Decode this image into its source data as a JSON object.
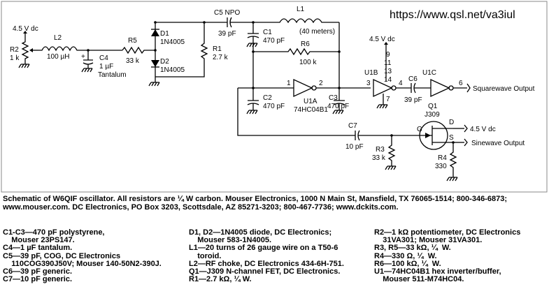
{
  "url": "https://www.qsl.net/va3iul",
  "labels": {
    "supply_left": "4.5 V dc",
    "r2": "R2",
    "r2_val": "1 k",
    "l2": "L2",
    "l2_val": "100 µH",
    "c4_plus": "+",
    "c4": "C4",
    "c4_val1": "1 µF",
    "c4_val2": "Tantalum",
    "r5": "R5",
    "r5_val": "33 k",
    "d1": "D1",
    "d1_val": "1N4005",
    "d2": "D2",
    "d2_val": "1N4005",
    "c5": "C5 NPO",
    "c5_val": "39 pF",
    "r1": "R1",
    "r1_val": "2.7 k",
    "l1": "L1",
    "l1_val": "(40 meters)",
    "c1": "C1",
    "c1_val": "470 pF",
    "r6": "R6",
    "r6_val": "100 k",
    "c2": "C2",
    "c2_val": "470 pF",
    "u1a_pin_in": "1",
    "u1a_pin_out": "2",
    "u1a": "U1A",
    "u1a_val": "74HC04B1",
    "c3": "C3",
    "c3_val": "470 pF",
    "supply_u1": "4.5 V dc",
    "pins_a": "9",
    "pins_b": "11",
    "pins_c": "13",
    "pins_d": "14",
    "u1b": "U1B",
    "u1b_pin_in": "3",
    "u1b_pin_out": "4",
    "u1b_gnd": "7",
    "c6": "C6",
    "c6_val": "39 pF",
    "u1c": "U1C",
    "u1c_pin_out": "6",
    "square_out": "Squarewave Output",
    "q1": "Q1",
    "q1_val": "J309",
    "pin_d": "D",
    "pin_g": "G",
    "pin_s": "S",
    "supply_q1": "4.5 V dc",
    "c7": "C7",
    "c7_val": "10 pF",
    "r3": "R3",
    "r3_val": "33 k",
    "r4": "R4",
    "r4_val": "330",
    "sine_out": "Sinewave Output"
  },
  "caption": "Schematic of W6QIF oscillator. All resistors are ¼ W carbon. Mouser Electronics, 1000 N Main St, Mansfield, TX 76065-1514; 800-346-6873; www.mouser.com. DC Electronics, PO Box 3203, Scottsdale, AZ 85271-3203; 800-467-7736; www.dckits.com.",
  "parts_col1": [
    "C1-C3—470 pF polystyrene,",
    "    Mouser 23PS147.",
    "C4—1 µF tantalum.",
    "C5—39 pF, COG, DC Electronics",
    "    110COG390J50V; Mouser 140-50N2-390J.",
    "C6—39 pF generic.",
    "C7—10 pF generic."
  ],
  "parts_col2": [
    "D1, D2—1N4005 diode, DC Electronics;",
    "    Mouser 583-1N4005.",
    "L1—20 turns of 26 gauge wire on a T50-6",
    "    toroid.",
    "L2—RF choke, DC Electronics 434-6H-751.",
    "Q1—J309 N-channel FET, DC Electronics.",
    "R1—2.7 kΩ, ¼ W."
  ],
  "parts_col3": [
    "R2—1 kΩ potentiometer, DC Electronics",
    "    31VA301; Mouser 31VA301.",
    "R3, R5—33 kΩ, ¼  W.",
    "R4—330 Ω, ¼  W.",
    "R6—100 kΩ, ¼  W.",
    "U1—74HC04B1 hex inverter/buffer,",
    "    Mouser 511-M74HC04."
  ]
}
